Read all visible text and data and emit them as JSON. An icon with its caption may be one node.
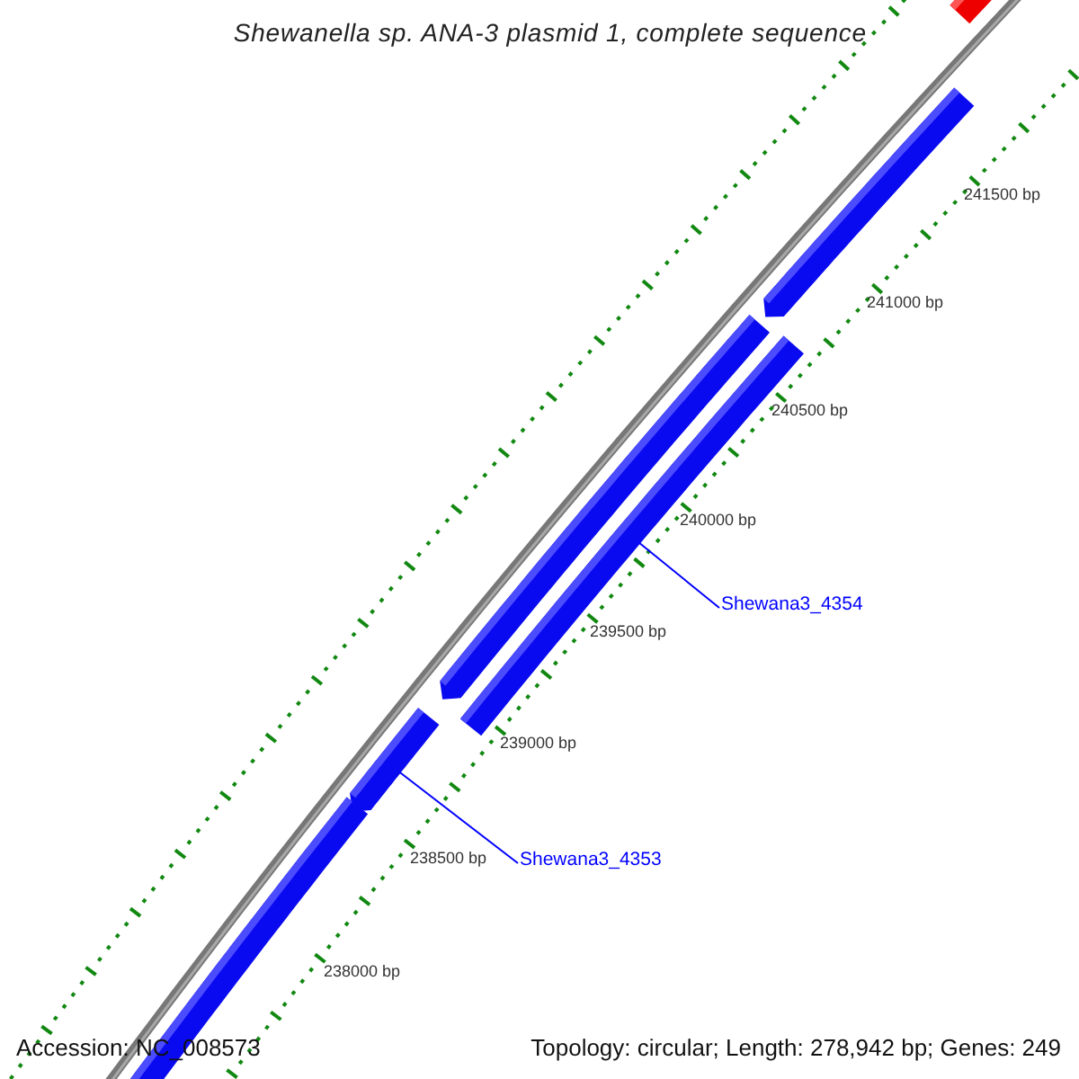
{
  "diagram": {
    "title": "Shewanella sp. ANA-3 plasmid 1, complete sequence",
    "nodes": [
      {
        "text": [],
        "shape": "bar"
      },
      {
        "text": [],
        "shape": "arrow"
      },
      {
        "text": [],
        "shape": "arrow"
      },
      {
        "text": [],
        "shape": "bar"
      },
      {
        "text": [
          "Shewana3_4354"
        ]
      },
      {
        "text": [],
        "shape": "arrow"
      },
      {
        "text": [
          "Shewana3_4353"
        ]
      },
      {
        "text": [],
        "shape": "bar"
      }
    ],
    "edges": [
      {
        "from": 4,
        "to": 3,
        "arrow": "none"
      },
      {
        "from": 6,
        "to": 5,
        "arrow": "none"
      }
    ],
    "labels": [
      "241500 bp",
      "241000 bp",
      "240500 bp",
      "240000 bp",
      "239500 bp",
      "239000 bp",
      "238500 bp",
      "238000 bp",
      "Accession: NC_008573",
      "Topology: circular; Length: 278,942 bp; Genes: 249"
    ]
  }
}
